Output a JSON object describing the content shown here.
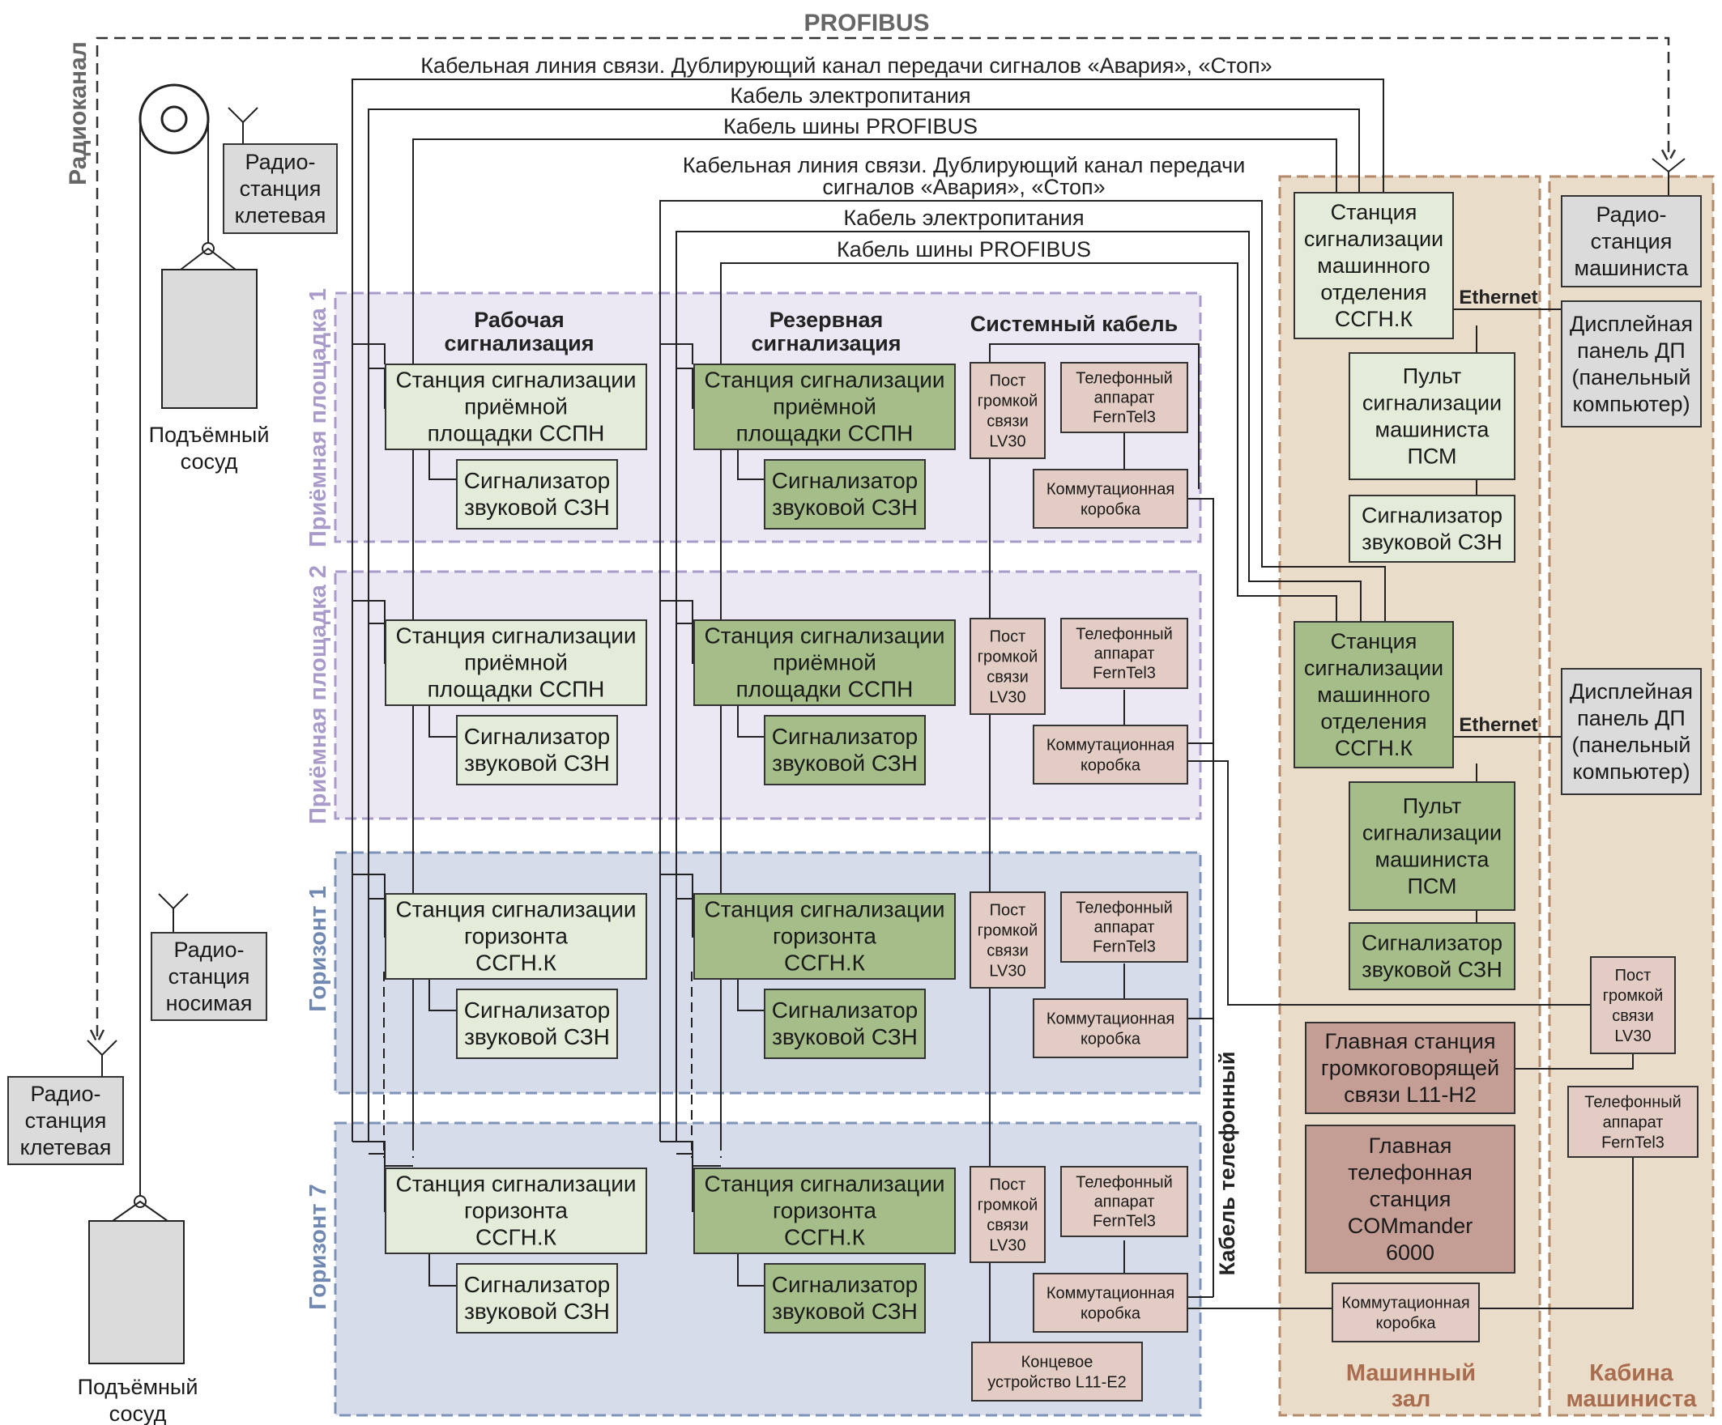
{
  "colors": {
    "line": "#222222",
    "dash_gray": "#555555",
    "work_box": "#e3ecd9",
    "reserve_box": "#a5bd89",
    "pink_box": "#e3ccc3",
    "dark_pink_box": "#c49e95",
    "gray_box": "#dbdbdb",
    "zone_purple": "#ece8f3",
    "zone_purple_border": "#a99bc9",
    "zone_blue": "#d6dce9",
    "zone_blue_border": "#7f93b9",
    "zone_tan": "#e9ddca",
    "zone_tan_border": "#b38a6a",
    "label_purple": "#a99bc9",
    "label_blue": "#7189b1",
    "label_brown": "#a96c4e",
    "label_gray": "#666666"
  },
  "bus": {
    "profibus": "PROFIBUS",
    "radio_channel": "Радиоканал",
    "cable1_line1": "Кабельная линия связи. Дублирующий канал передачи сигналов «Авария», «Стоп»",
    "cable1_line2": "Кабель электропитания",
    "cable1_line3": "Кабель шины PROFIBUS",
    "cable2_line1a": "Кабельная линия связи. Дублирующий канал передачи",
    "cable2_line1b": "сигналов «Авария», «Стоп»",
    "cable2_line2": "Кабель электропитания",
    "cable2_line3": "Кабель шины PROFIBUS",
    "system_cable": "Системный кабель",
    "phone_cable": "Кабель телефонный",
    "ethernet": "Ethernet"
  },
  "columns": {
    "work_title1": "Рабочая",
    "work_title2": "сигнализация",
    "reserve_title1": "Резервная",
    "reserve_title2": "сигнализация"
  },
  "zones": {
    "zone1": "Приёмная площадка 1",
    "zone2": "Приёмная площадка 2",
    "zone3": "Горизонт 1",
    "zone4": "Горизонт 7",
    "machine_hall1": "Машинный",
    "machine_hall2": "зал",
    "cabin1": "Кабина",
    "cabin2": "машиниста"
  },
  "left": {
    "radio_cage_top": [
      "Радио-",
      "станция",
      "клетевая"
    ],
    "vessel_top": [
      "Подъёмный",
      "сосуд"
    ],
    "radio_portable": [
      "Радио-",
      "станция",
      "носимая"
    ],
    "radio_cage_bottom": [
      "Радио-",
      "станция",
      "клетевая"
    ],
    "vessel_bottom": [
      "Подъёмный",
      "сосуд"
    ]
  },
  "rows": {
    "sspn": [
      "Станция сигнализации",
      "приёмной",
      "площадки ССПН"
    ],
    "ssgn": [
      "Станция сигнализации",
      "горизонта",
      "ССГН.К"
    ],
    "szn": [
      "Сигнализатор",
      "звуковой СЗН"
    ],
    "post": [
      "Пост",
      "громкой",
      "связи",
      "LV30"
    ],
    "phone": [
      "Телефонный",
      "аппарат",
      "FernTel3"
    ],
    "junction": [
      "Коммутационная",
      "коробка"
    ],
    "end_device": [
      "Концевое",
      "устройство L11-E2"
    ]
  },
  "machine": {
    "station": [
      "Станция",
      "сигнализации",
      "машинного",
      "отделения",
      "ССГН.К"
    ],
    "console": [
      "Пульт",
      "сигнализации",
      "машиниста",
      "ПСМ"
    ],
    "szn": [
      "Сигнализатор",
      "звуковой СЗН"
    ],
    "main_loud": [
      "Главная станция",
      "громкоговорящей",
      "связи L11-H2"
    ],
    "main_phone": [
      "Главная",
      "телефонная",
      "станция",
      "COMmander",
      "6000"
    ],
    "junction": [
      "Коммутационная",
      "коробка"
    ]
  },
  "cabin": {
    "radio": [
      "Радио-",
      "станция",
      "машиниста"
    ],
    "display": [
      "Дисплейная",
      "панель ДП",
      "(панельный",
      "компьютер)"
    ],
    "post": [
      "Пост",
      "громкой",
      "связи",
      "LV30"
    ],
    "phone": [
      "Телефонный",
      "аппарат",
      "FernTel3"
    ]
  }
}
